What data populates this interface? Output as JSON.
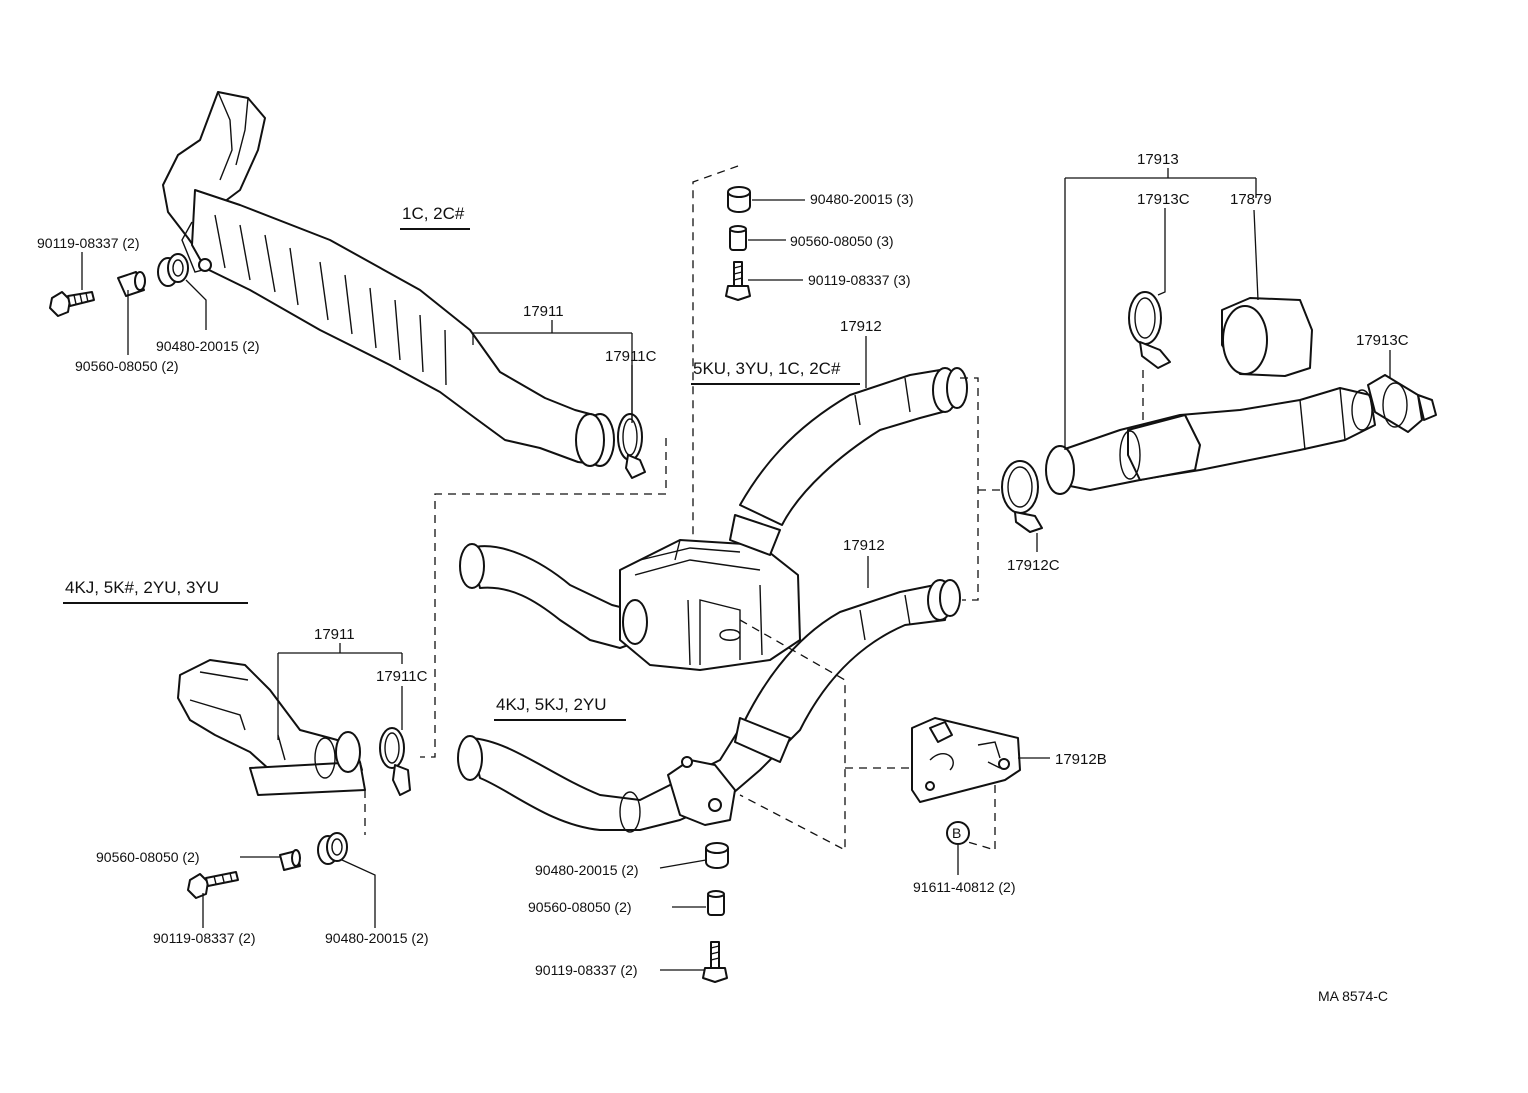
{
  "groups": {
    "g1": "1C, 2C#",
    "g2": "5KU, 3YU, 1C, 2C#",
    "g3": "4KJ, 5K#, 2YU, 3YU",
    "g4": "4KJ, 5KJ, 2YU"
  },
  "labels": {
    "l1": "90119-08337 (2)",
    "l2": "90480-20015 (2)",
    "l3": "90560-08050 (2)",
    "l4": "17911",
    "l5": "17911C",
    "l6": "90480-20015 (3)",
    "l7": "90560-08050 (3)",
    "l8": "90119-08337 (3)",
    "l9": "17912",
    "l10": "17913",
    "l11": "17913C",
    "l12": "17879",
    "l13": "17913C",
    "l14": "17912C",
    "l15": "17912",
    "l16": "17911",
    "l17": "17911C",
    "l18": "17912B",
    "l19": "90560-08050 (2)",
    "l20": "90119-08337 (2)",
    "l21": "90480-20015 (2)",
    "l22": "90480-20015 (2)",
    "l23": "90560-08050 (2)",
    "l24": "90119-08337 (2)",
    "l25": "91611-40812 (2)",
    "bolt_marker": "B"
  },
  "figure_id": "MA 8574-C"
}
